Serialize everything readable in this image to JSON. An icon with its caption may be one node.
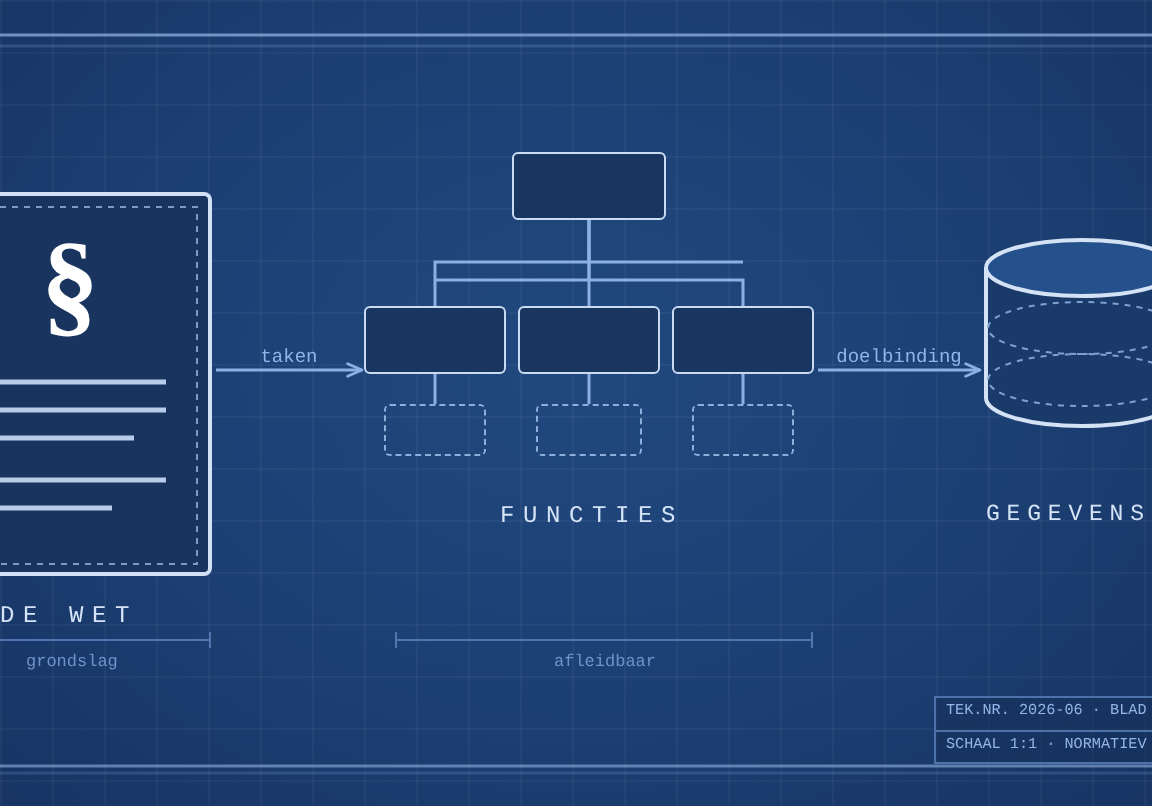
{
  "diagram": {
    "nodes": [
      {
        "text": [
          "§",
          "DE WET"
        ]
      },
      {
        "text": [],
        "shape": "box"
      },
      {
        "text": [],
        "shape": "box"
      },
      {
        "text": [],
        "shape": "box"
      },
      {
        "text": [],
        "shape": "box"
      },
      {
        "text": [],
        "shape": "box"
      },
      {
        "text": [],
        "shape": "box"
      },
      {
        "text": [],
        "shape": "box"
      },
      {
        "text": [
          "GEGEVENS"
        ]
      }
    ],
    "edges": [
      {
        "from": 0,
        "to": 2,
        "arrow": "to",
        "label": "taken"
      },
      {
        "from": 1,
        "to": 2,
        "arrow": "none"
      },
      {
        "from": 1,
        "to": 3,
        "arrow": "none"
      },
      {
        "from": 1,
        "to": 4,
        "arrow": "none"
      },
      {
        "from": 2,
        "to": 5,
        "arrow": "none"
      },
      {
        "from": 3,
        "to": 6,
        "arrow": "none"
      },
      {
        "from": 4,
        "to": 7,
        "arrow": "none"
      },
      {
        "from": 4,
        "to": 8,
        "arrow": "to",
        "label": "doelbinding"
      }
    ],
    "labels": [
      "FUNCTIES",
      "grondslag",
      "afleidbaar",
      "TEK.NR. 2026-06 · BLAD",
      "SCHAAL 1:1 · NORMATIEV"
    ]
  }
}
